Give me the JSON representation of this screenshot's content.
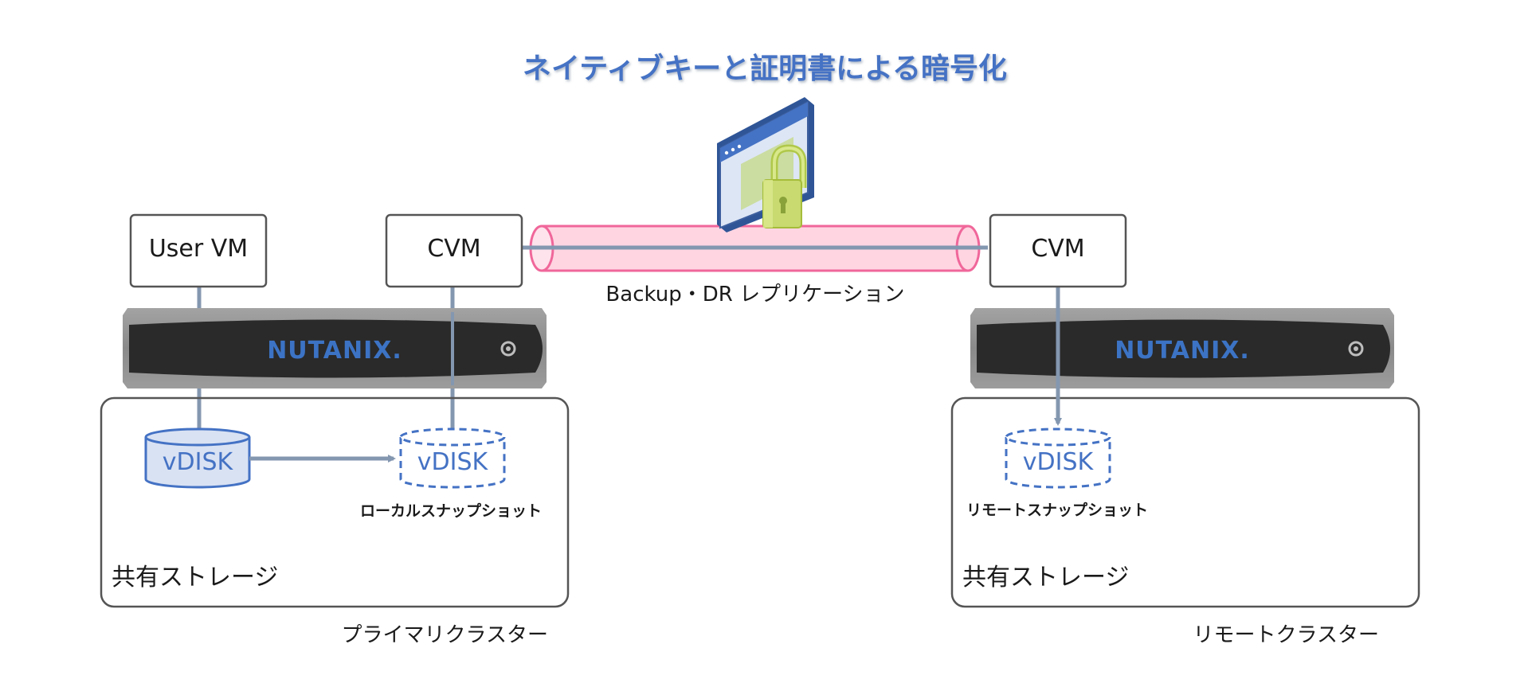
{
  "title": "ネイティブキーと証明書による暗号化",
  "link_label": "Backup・DR レプリケーション",
  "brand": "NUTANIX.",
  "primary": {
    "user_vm": "User VM",
    "cvm": "CVM",
    "vdisk_solid": "vDISK",
    "vdisk_snapshot": "vDISK",
    "snapshot_caption": "ローカルスナップショット",
    "storage_label": "共有ストレージ",
    "cluster_label": "プライマリクラスター"
  },
  "remote": {
    "cvm": "CVM",
    "vdisk_snapshot": "vDISK",
    "snapshot_caption": "リモートスナップショット",
    "storage_label": "共有ストレージ",
    "cluster_label": "リモートクラスター"
  },
  "colors": {
    "title": "#4472c4",
    "vdisk_text": "#4472c4",
    "connector": "#8497b0",
    "pipe_fill": "#ffd5e2",
    "pipe_stroke": "#f0679a",
    "brand_blue": "#3c73c4",
    "brand_green": "#8cc63f"
  },
  "icons": [
    "lock-icon",
    "browser-window-icon",
    "nutanix-node-icon"
  ]
}
